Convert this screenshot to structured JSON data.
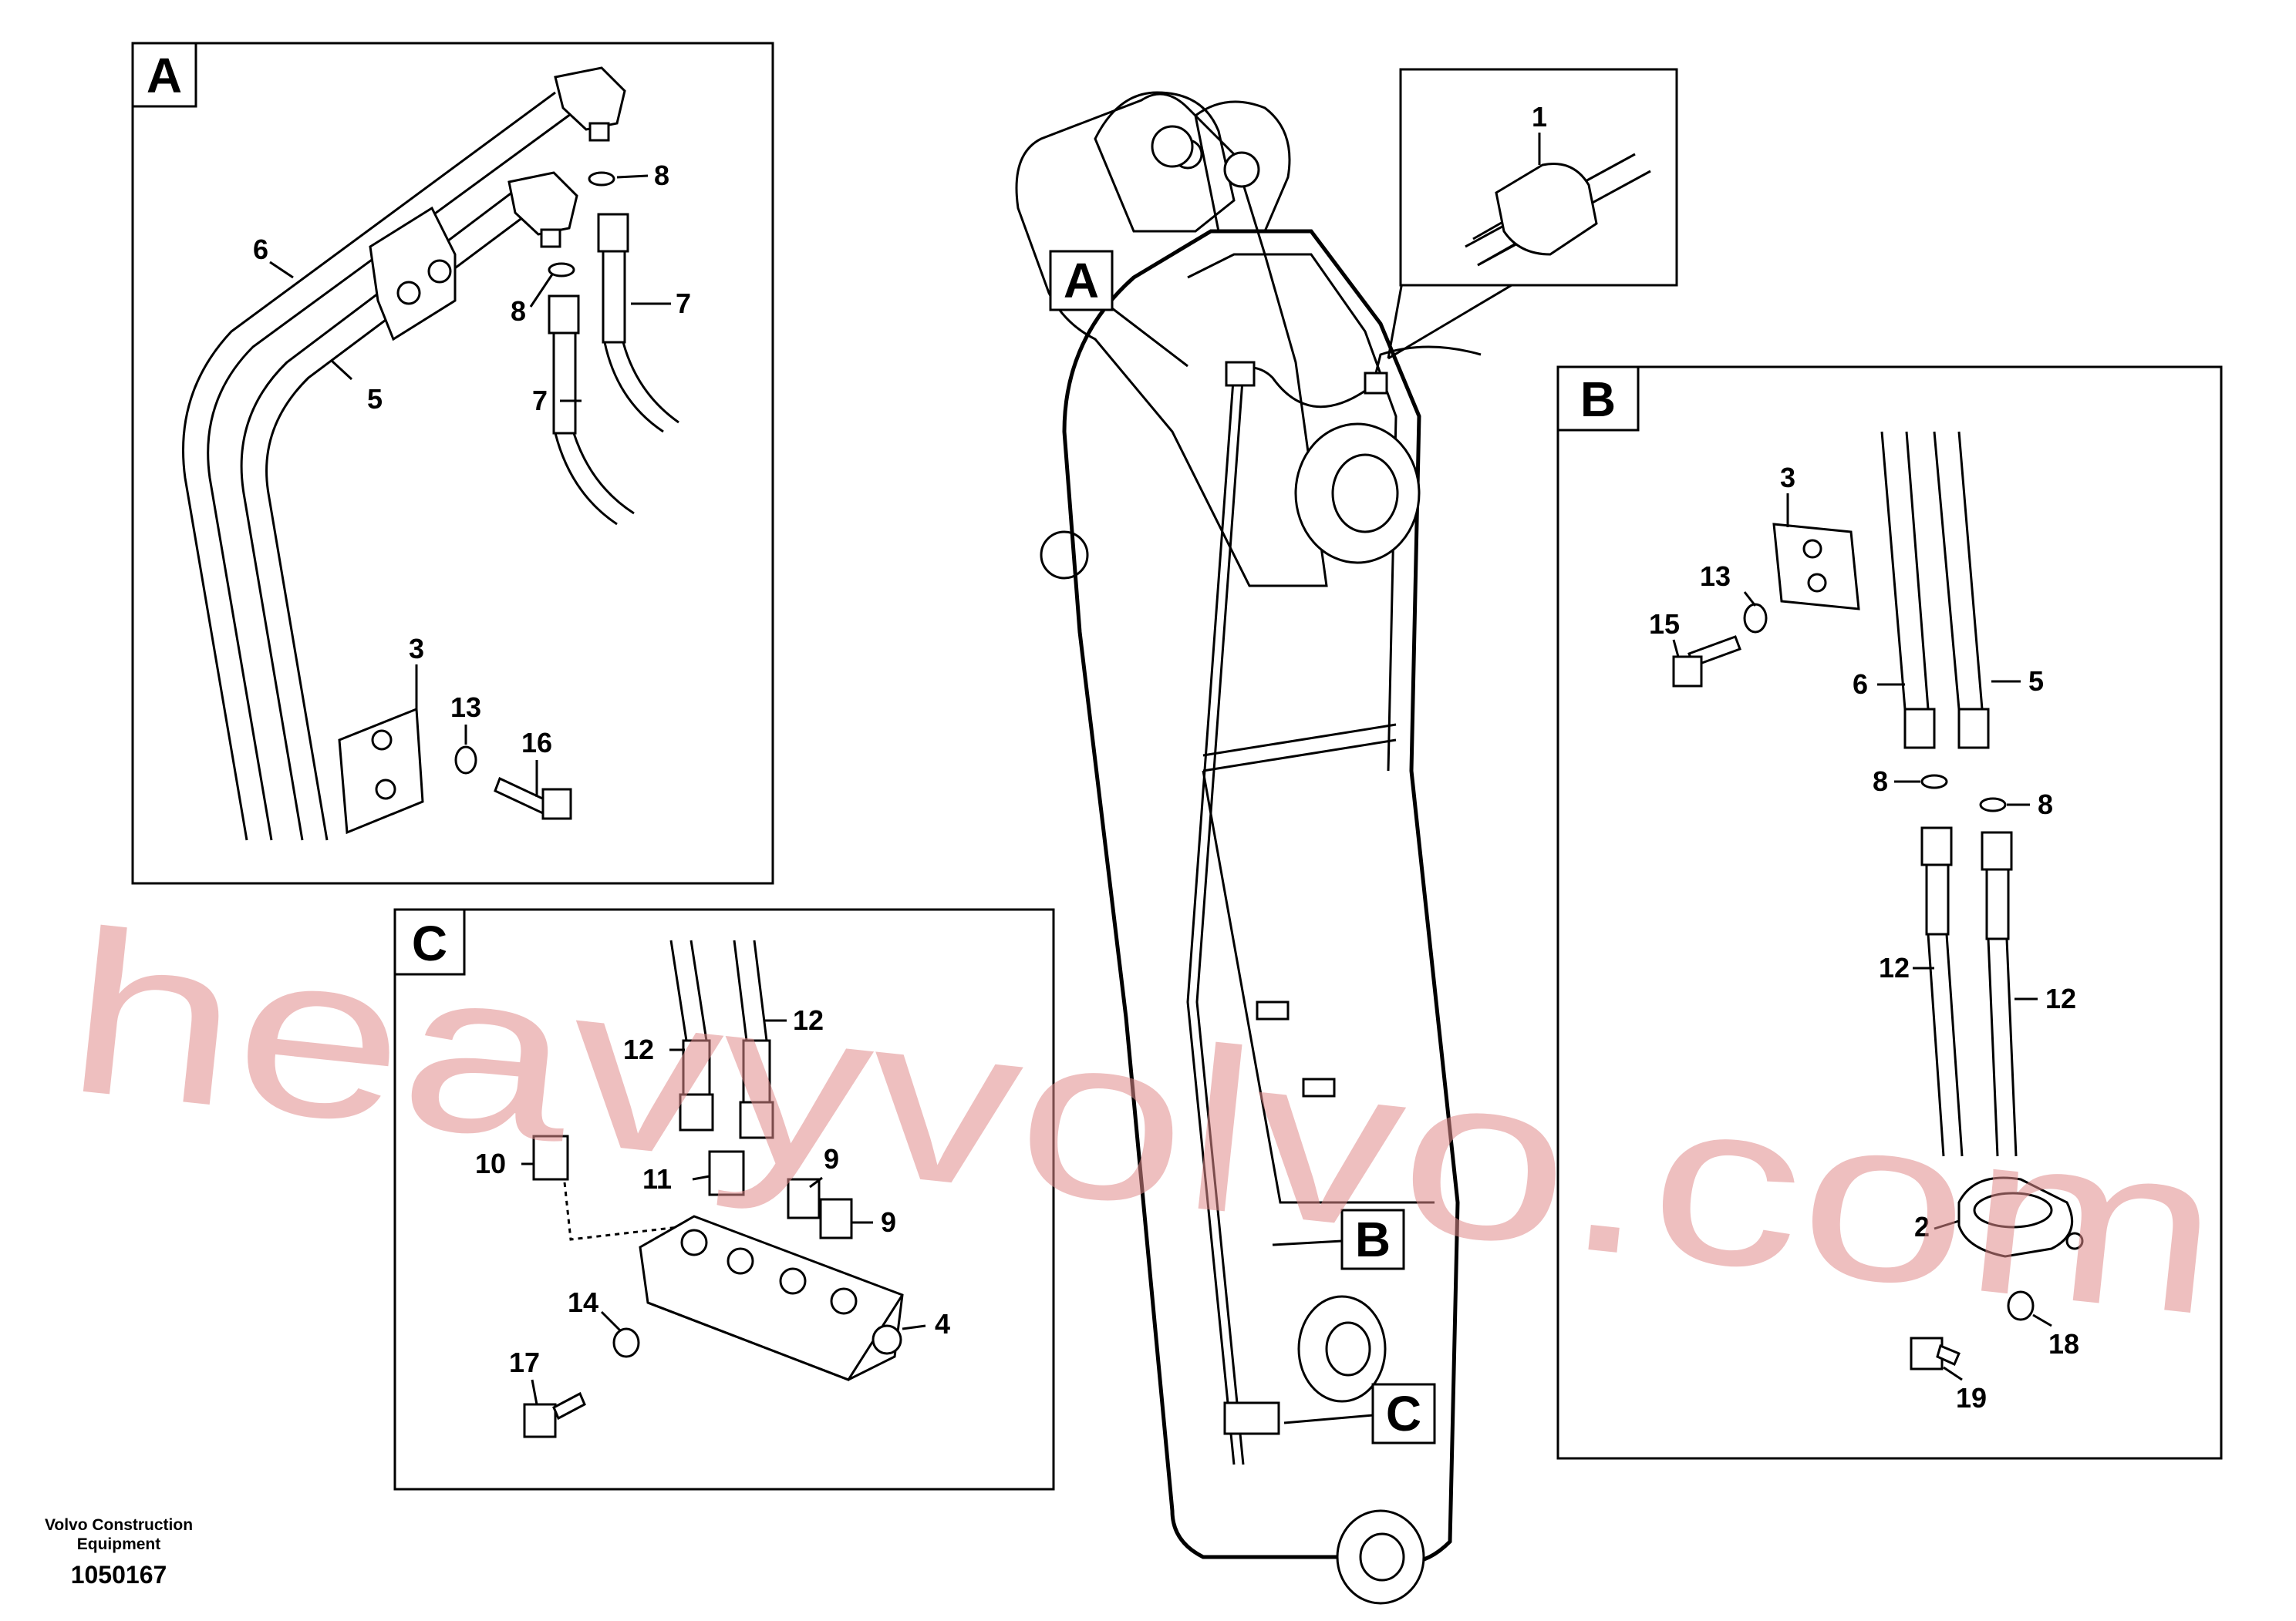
{
  "panels": {
    "A": {
      "letter": "A"
    },
    "B": {
      "letter": "B"
    },
    "C": {
      "letter": "C"
    },
    "D": {
      "letter": ""
    }
  },
  "boom_labels": {
    "a": "A",
    "b": "B",
    "c": "C"
  },
  "callouts": {
    "a_8_upper": "8",
    "a_8_lower": "8",
    "a_7_upper": "7",
    "a_7_lower": "7",
    "a_6": "6",
    "a_5": "5",
    "a_3": "3",
    "a_13": "13",
    "a_16": "16",
    "d_1": "1",
    "b_3": "3",
    "b_13": "13",
    "b_15": "15",
    "b_6": "6",
    "b_5": "5",
    "b_8_left": "8",
    "b_8_right": "8",
    "b_12_left": "12",
    "b_12_right": "12",
    "b_2": "2",
    "b_18": "18",
    "b_19": "19",
    "c_12_left": "12",
    "c_12_right": "12",
    "c_10": "10",
    "c_11": "11",
    "c_9_upper": "9",
    "c_9_lower": "9",
    "c_4": "4",
    "c_14": "14",
    "c_17": "17"
  },
  "footer": {
    "company_line1": "Volvo Construction",
    "company_line2": "Equipment",
    "doc_number": "1050167"
  },
  "watermark": "heavyvolvo.com",
  "colors": {
    "line": "#000000",
    "watermark": "#e08a8a",
    "background": "#ffffff"
  }
}
